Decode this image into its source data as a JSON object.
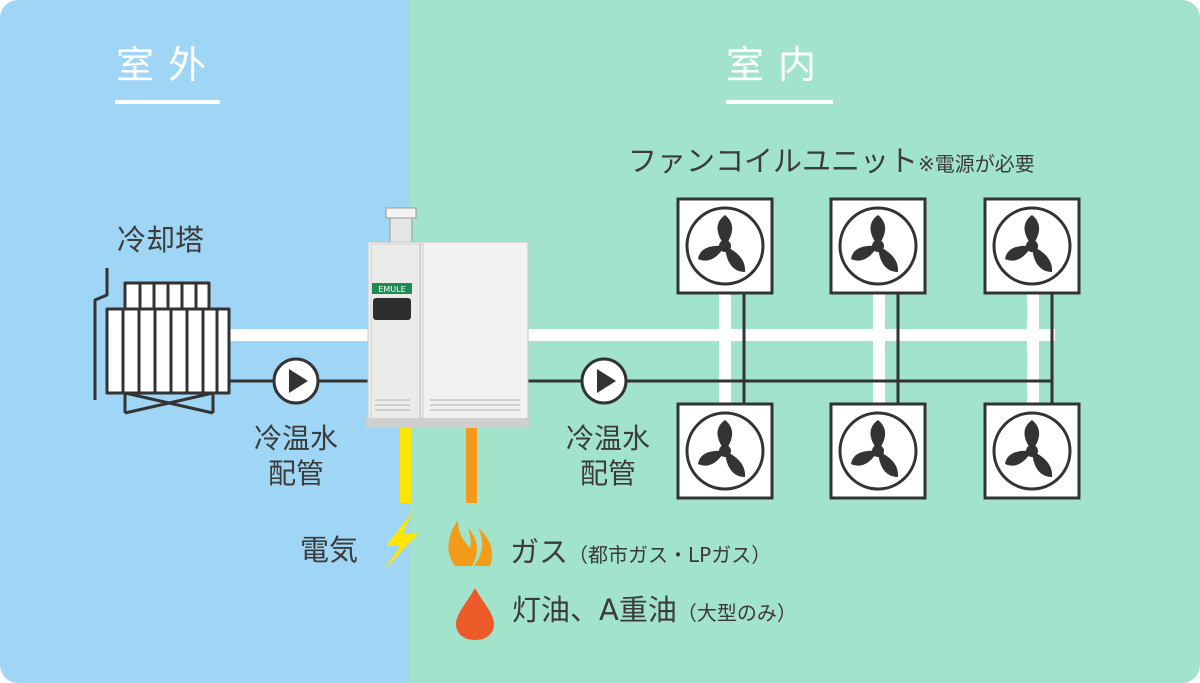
{
  "areas": {
    "outdoor": "室外",
    "indoor": "室内"
  },
  "cooling_tower": {
    "label": "冷却塔"
  },
  "fan_coil": {
    "label": "ファンコイルユニット",
    "note": "※電源が必要"
  },
  "pipes": {
    "left": {
      "line1": "冷温水",
      "line2": "配管"
    },
    "right": {
      "line1": "冷温水",
      "line2": "配管"
    }
  },
  "machine": {
    "logo": "EMULE"
  },
  "energy": {
    "electric": "電気",
    "gas": {
      "label": "ガス",
      "note": "（都市ガス・LPガス）"
    },
    "oil": {
      "label": "灯油、A重油",
      "note": "（大型のみ）"
    }
  },
  "colors": {
    "outdoor_bg": "#9fd6f5",
    "indoor_bg": "#a2e3cb",
    "electric_line": "#ffe600",
    "gas_line": "#f39a1e",
    "flame": "#f49c1a",
    "oil_drop": "#ec5a2a",
    "line": "#333333"
  },
  "icons": [
    "cooling-tower-icon",
    "pump-icon",
    "chiller-unit-icon",
    "fan-coil-icon",
    "lightning-icon",
    "flame-icon",
    "oil-drop-icon"
  ]
}
